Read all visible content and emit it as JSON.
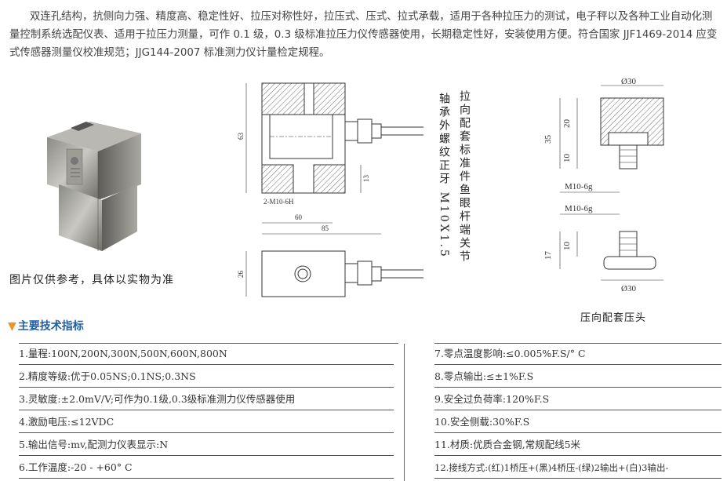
{
  "intro": "双连孔结构，抗侧向力强、精度高、稳定性好、拉压对称性好，拉压式、压式、拉式承载，适用于各种拉压力的测试，电子秤以及各种工业自动化测量控制系统选配仪表、适用于拉压力测量，可作 0.1 级，0.3 级标准拉压力仪传感器使用，长期稳定性好，安装使用方便。符合国家 JJF1469-2014 应变式传感器测量仪校准规范；JJG144-2007 标准测力仪计量检定规程。",
  "photo_caption": "图片仅供参考，具体以实物为准",
  "label_bearing": "轴承外螺纹正牙 M10X1.5",
  "label_tension": "拉向配套标准件鱼眼杆端关节",
  "label_compression": "压向配套压头",
  "drawing": {
    "dim_63": "63",
    "dim_13": "13",
    "dim_60": "60",
    "dim_85": "85",
    "dim_26": "26",
    "thread_label": "2-M10-6H",
    "dim_phi30_top": "Ø30",
    "dim_20": "20",
    "dim_35": "35",
    "dim_10a": "10",
    "m10_a": "M10-6g",
    "m10_b": "M10-6g",
    "dim_17": "17",
    "dim_10b": "10",
    "dim_phi30_bottom": "Ø30"
  },
  "section_title": "主要技术指标",
  "specs_left": [
    "1.量程:100N,200N,300N,500N,600N,800N",
    "2.精度等级:优于0.05NS;0.1NS;0.3NS",
    "3.灵敏度:±2.0mV/V;可作为0.1级,0.3级标准测力仪传感器使用",
    "4.激励电压:≤12VDC",
    "5.输出信号:mv,配测力仪表显示:N",
    "6.工作温度:-20 - +60° C"
  ],
  "specs_right": [
    "7.零点温度影响:≤0.005%F.S/° C",
    "8.零点输出:≤±1%F.S",
    "9.安全过负荷率:120%F.S",
    "10.安全侧载:30%F.S",
    "11.材质:优质合金钢,常规配线5米",
    "12.接线方式:(红)1桥压+(黑)4桥压-(绿)2输出+(白)3输出-"
  ],
  "colors": {
    "title_blue": "#1f5fa6",
    "triangle_orange": "#f29423"
  }
}
